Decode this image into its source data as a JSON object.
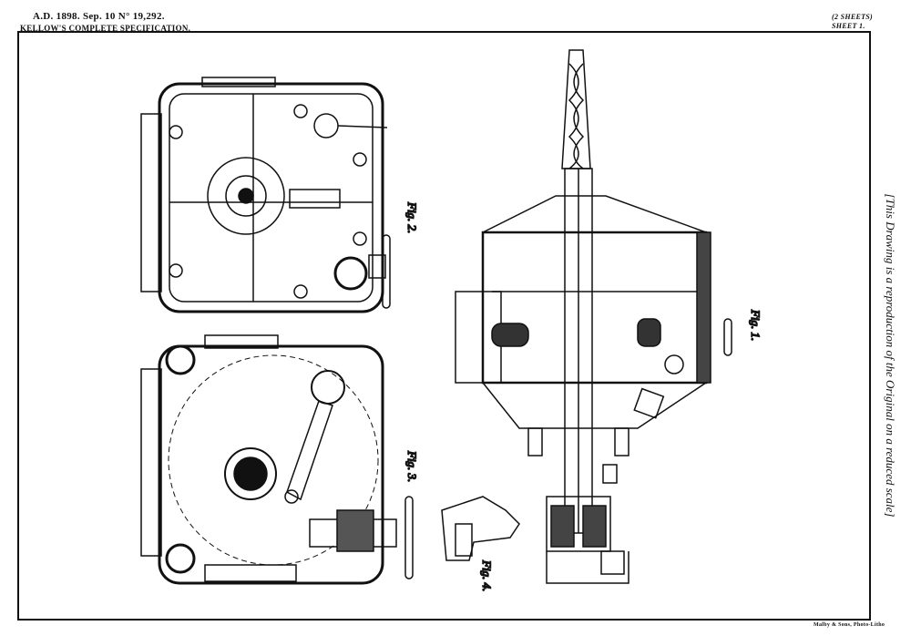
{
  "header": {
    "line1": "A.D. 1898. Sep. 10  N° 19,292.",
    "line2": "KELLOW'S COMPLETE SPECIFICATION.",
    "sheets": "(2 SHEETS)",
    "sheet": "SHEET 1."
  },
  "side_note": "[This Drawing is a reproduction of the Original on a reduced scale]",
  "printer": "Malby & Sons, Photo-Litho",
  "figures": [
    {
      "label": "Fig. 1."
    },
    {
      "label": "Fig. 2."
    },
    {
      "label": "Fig. 3."
    },
    {
      "label": "Fig. 4."
    }
  ]
}
